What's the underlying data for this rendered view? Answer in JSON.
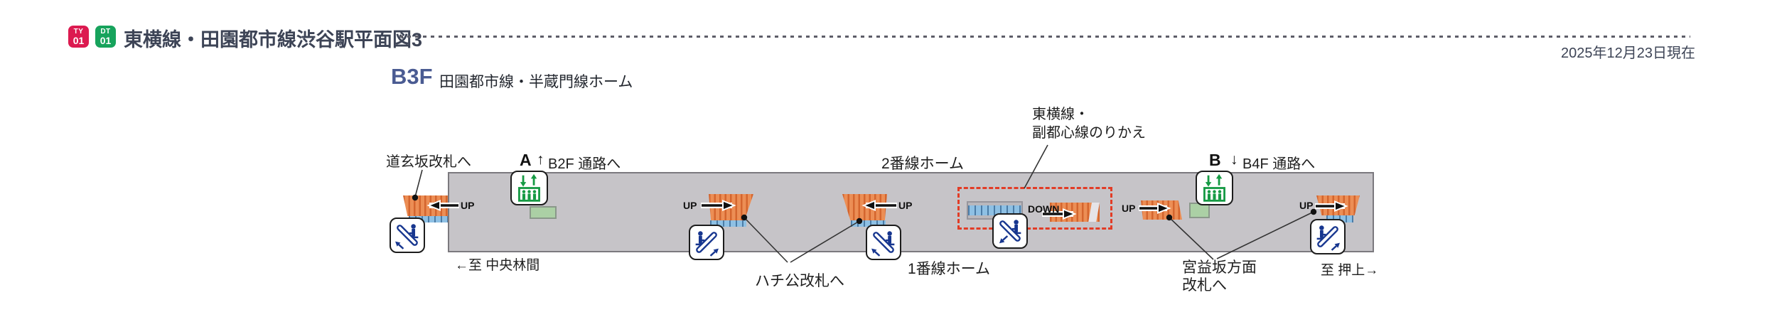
{
  "header": {
    "badges": [
      {
        "line": "TY",
        "num": "01",
        "color": "#dc1a50"
      },
      {
        "line": "DT",
        "num": "01",
        "color": "#17a35c"
      }
    ],
    "title": "東横線・田園都市線渋谷駅平面図3",
    "date_note": "2025年12月23日現在"
  },
  "floor": {
    "label": "B3F",
    "name": "田園都市線・半蔵門線ホーム"
  },
  "labels": {
    "dogenzaka": "道玄坂改札へ",
    "exit_a": "A",
    "exit_a_arrow": "↑",
    "exit_a_dest": "B2F 通路へ",
    "exit_b": "B",
    "exit_b_arrow": "↓",
    "exit_b_dest": "B4F 通路へ",
    "platform2": "2番線ホーム",
    "platform1": "1番線ホーム",
    "transfer_line1": "東横線・",
    "transfer_line2": "副都心線のりかえ",
    "hachiko": "ハチ公改札へ",
    "miyamasu_line1": "宮益坂方面",
    "miyamasu_line2": "改札へ",
    "chuorinkan": "←至 中央林間",
    "oshiage": "至 押上→",
    "up": "UP",
    "down": "DOWN"
  },
  "colors": {
    "toyoko_badge": "#dc1a50",
    "dentoshi_badge": "#17a35c",
    "heading_text": "#3d4456",
    "floor_text": "#4a5b92",
    "platform_fill": "#c6c4c8",
    "platform_border": "#7b797e",
    "escalator_orange": "#ec8e55",
    "escalator_orange_stripe": "#d4652e",
    "stair_blue": "#8ec0e4",
    "transfer_dashed_box": "#e23c26",
    "elevator_icon_green": "#169a44",
    "escalator_icon_blue": "#17368f",
    "green_landing": "#abd0a5"
  }
}
